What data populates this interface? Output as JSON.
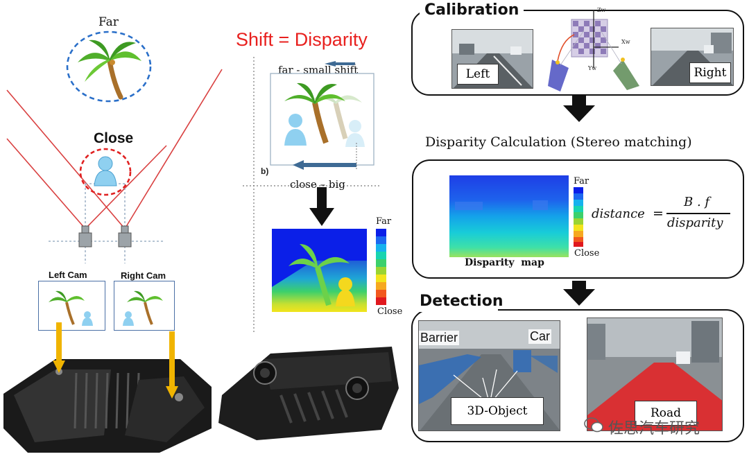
{
  "left": {
    "far_label": "Far",
    "close_label": "Close",
    "left_cam_label": "Left Cam",
    "right_cam_label": "Right Cam"
  },
  "middle": {
    "title": "Shift = Disparity",
    "far_shift_label": "far - small shift",
    "close_shift_label": "close – big",
    "panel_marker": "b)",
    "legend_far": "Far",
    "legend_close": "Close"
  },
  "right": {
    "calibration": {
      "title": "Calibration",
      "left_label": "Left",
      "right_label": "Right",
      "axis_zw": "Zw",
      "axis_xw": "Xw",
      "axis_yw": "Yw"
    },
    "disparity": {
      "title": "Disparity Calculation (Stereo matching)",
      "map_caption": "Disparity  map",
      "legend_far": "Far",
      "legend_close": "Close",
      "formula_lhs": "distance",
      "formula_eq": "=",
      "formula_num": "B . f",
      "formula_den": "disparity"
    },
    "detection": {
      "title": "Detection",
      "barrier_label": "Barrier",
      "car_label": "Car",
      "object_label": "3D-Object",
      "road_label": "Road"
    }
  },
  "watermark": {
    "text": "佐思汽车研究"
  },
  "colors": {
    "accent_red": "#e8201e",
    "dashed_blue": "#2a6fc9",
    "laser_red": "#d94040",
    "arrow_orange": "#f0b400",
    "road_red": "#e0282a",
    "barrier_blue": "#2f6cb8"
  }
}
